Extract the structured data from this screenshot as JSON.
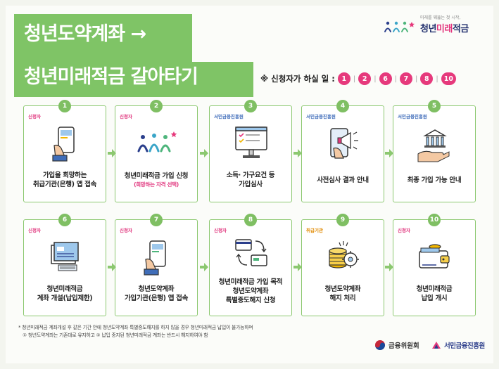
{
  "title": {
    "line1": "청년도약계좌 →",
    "line2": "청년미래적금 갈아타기"
  },
  "logo": {
    "tagline": "미래를 꿰뚫는 첫 시작,",
    "name_part1": "청년",
    "name_part2": "미래",
    "name_part3": "적금"
  },
  "applicant_steps": {
    "label": "※ 신청자가 하실 일 :",
    "steps": [
      "1",
      "2",
      "6",
      "7",
      "8",
      "10"
    ]
  },
  "cards": [
    {
      "num": "1",
      "actor": "신청자",
      "line1": "가입을 희망하는",
      "line2": "취급기관(은행) 앱 접속",
      "line3": "",
      "sub": ""
    },
    {
      "num": "2",
      "actor": "신청자",
      "line1": "청년미래적금 가입 신청",
      "line2": "",
      "line3": "",
      "sub": "(희망하는 자격 선택)"
    },
    {
      "num": "3",
      "actor": "서민금융진흥원",
      "line1": "소득· 가구요건 등",
      "line2": "가입심사",
      "line3": "",
      "sub": ""
    },
    {
      "num": "4",
      "actor": "서민금융진흥원",
      "line1": "사전심사 결과 안내",
      "line2": "",
      "line3": "",
      "sub": ""
    },
    {
      "num": "5",
      "actor": "서민금융진흥원",
      "line1": "최종 가입 가능 안내",
      "line2": "",
      "line3": "",
      "sub": ""
    },
    {
      "num": "6",
      "actor": "신청자",
      "line1": "청년미래적금",
      "line2": "계좌 개설(납입제한)",
      "line3": "",
      "sub": ""
    },
    {
      "num": "7",
      "actor": "신청자",
      "line1": "청년도약계좌",
      "line2": "가입기관(은행) 앱 접속",
      "line3": "",
      "sub": ""
    },
    {
      "num": "8",
      "actor": "신청자",
      "line1": "청년미래적금 가입 목적",
      "line2": "청년도약계좌",
      "line3": "특별중도해지 신청",
      "sub": ""
    },
    {
      "num": "9",
      "actor": "취급기관",
      "line1": "청년도약계좌",
      "line2": "해지 처리",
      "line3": "",
      "sub": ""
    },
    {
      "num": "10",
      "actor": "신청자",
      "line1": "청년미래적금",
      "line2": "납입 개시",
      "line3": "",
      "sub": ""
    }
  ],
  "footnote": {
    "line1": "* 청년미래적금 계좌개설 후 같은 기간 안에 청년도약계좌 특별중도해지를 하지 않을 경우 청년미래적금 납입이 불가능하며",
    "line2": "① 청년도약계좌는 기존대로 유지하고 ② 납입 중지된 청년미래적금 계좌는 반드시 해지하여야 함"
  },
  "orgs": {
    "org1": "금융위원회",
    "org2": "서민금융진흥원"
  },
  "colors": {
    "green": "#7fc466",
    "pink": "#e6397c",
    "navy": "#22306e",
    "agency_blue": "#3a68b8",
    "bank_orange": "#e08a00"
  }
}
